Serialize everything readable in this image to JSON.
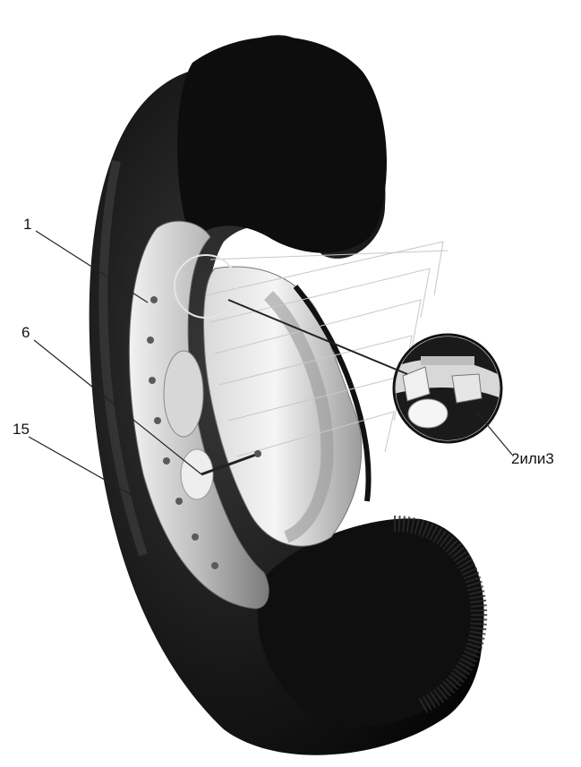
{
  "callouts": [
    {
      "id": "1",
      "label": "1"
    },
    {
      "id": "6",
      "label": "6"
    },
    {
      "id": "15",
      "label": "15"
    },
    {
      "id": "2or3",
      "label": "2или3"
    }
  ],
  "colors": {
    "tire": "#111111",
    "tire_shade": "#2a2a2a",
    "rim": "#c9c9c9",
    "rim_light": "#ececec",
    "rim_dark": "#8a8a8a",
    "leader": "#222222",
    "ghost_lines": "#c8c8c8"
  }
}
